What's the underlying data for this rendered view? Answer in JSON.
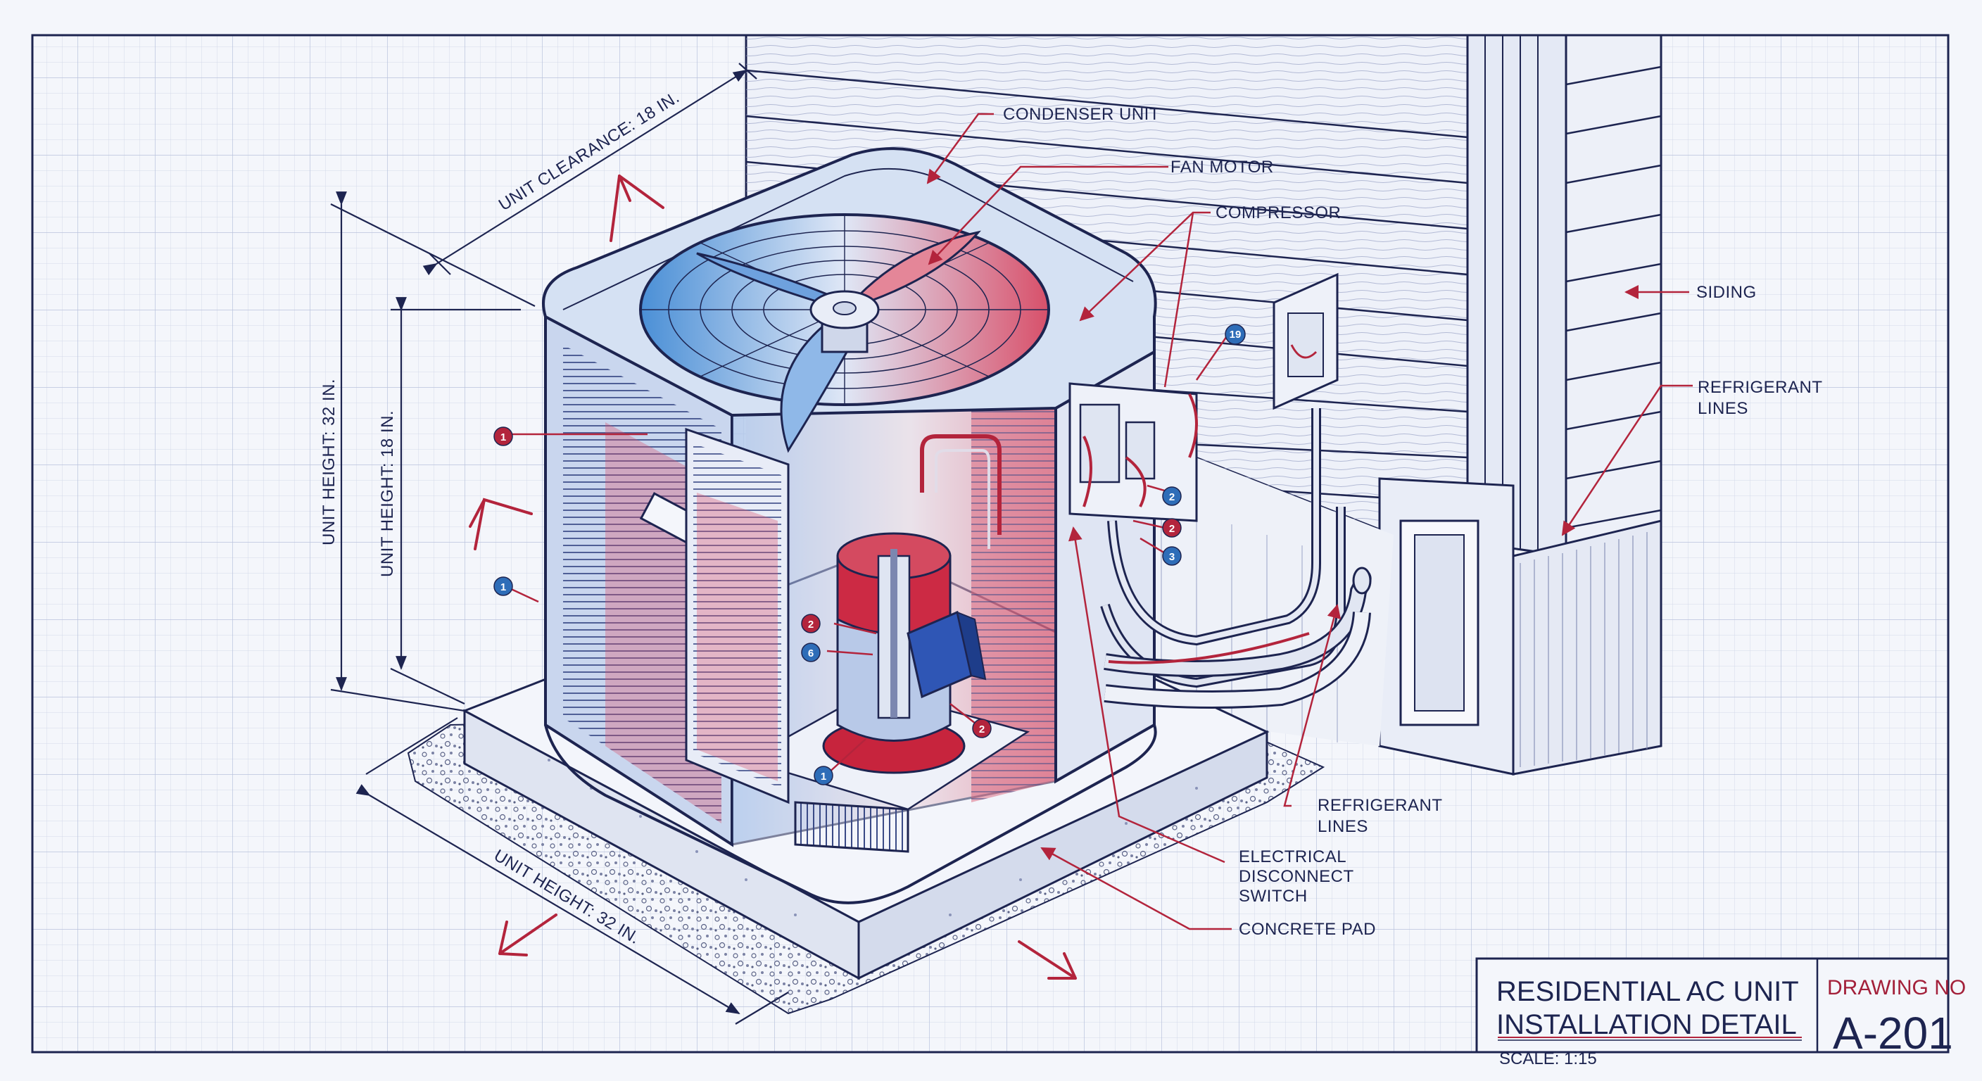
{
  "title_block": {
    "title_line1": "RESIDENTIAL AC UNIT",
    "title_line2": "INSTALLATION DETAIL",
    "scale": "SCALE: 1:15",
    "drawing_no_label": "DRAWING NO",
    "drawing_no": "A-201"
  },
  "callouts": {
    "condenser_unit": "CONDENSER UNIT",
    "fan_motor": "FAN MOTOR",
    "compressor": "COMPRESSOR",
    "siding": "SIDING",
    "refrigerant_lines_top_1": "REFRIGERANT",
    "refrigerant_lines_top_2": "LINES",
    "refrigerant_lines_bottom_1": "REFRIGERANT",
    "refrigerant_lines_bottom_2": "LINES",
    "electrical_1": "ELECTRICAL",
    "electrical_2": "DISCONNECT",
    "electrical_3": "SWITCH",
    "concrete_pad": "CONCRETE PAD"
  },
  "dimensions": {
    "unit_clearance": "UNIT CLEARANCE: 18 IN.",
    "unit_height_32": "UNIT HEIGHT: 32 IN.",
    "unit_height_18": "UNIT HEIGHT: 18 IN.",
    "unit_height_base": "UNIT HEIGHT: 32 IN."
  },
  "badges": [
    {
      "num": "1",
      "color": "red"
    },
    {
      "num": "1",
      "color": "blue"
    },
    {
      "num": "2",
      "color": "red"
    },
    {
      "num": "6",
      "color": "blue"
    },
    {
      "num": "2",
      "color": "red"
    },
    {
      "num": "1",
      "color": "blue"
    },
    {
      "num": "19",
      "color": "blue"
    },
    {
      "num": "2",
      "color": "blue"
    },
    {
      "num": "2",
      "color": "red"
    },
    {
      "num": "3",
      "color": "blue"
    }
  ],
  "colors": {
    "ink": "#1d2450",
    "accent_red": "#b3243c",
    "accent_blue": "#2e6db8",
    "grid": "#c9d1e6",
    "paper": "#f4f6fb"
  }
}
